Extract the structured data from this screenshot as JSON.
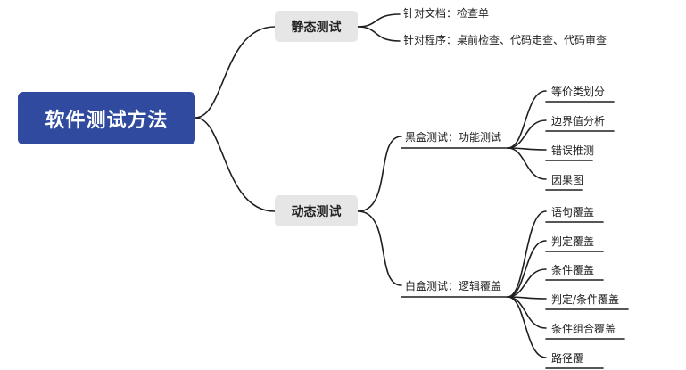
{
  "root": {
    "label": "软件测试方法"
  },
  "static": {
    "label": "静态测试",
    "children": [
      "针对文档：检查单",
      "针对程序：桌前检查、代码走查、代码审查"
    ]
  },
  "dynamic": {
    "label": "动态测试",
    "black_box": {
      "label": "黑盒测试：功能测试",
      "children": [
        "等价类划分",
        "边界值分析",
        "错误推测",
        "因果图"
      ]
    },
    "white_box": {
      "label": "白盒测试：逻辑覆盖",
      "children": [
        "语句覆盖",
        "判定覆盖",
        "条件覆盖",
        "判定/条件覆盖",
        "条件组合覆盖",
        "路径覆"
      ]
    }
  },
  "colors": {
    "root_bg": "#2f4a9e",
    "node_bg": "#e6e6e6",
    "line": "#1f1f1f",
    "text": "#222222"
  }
}
